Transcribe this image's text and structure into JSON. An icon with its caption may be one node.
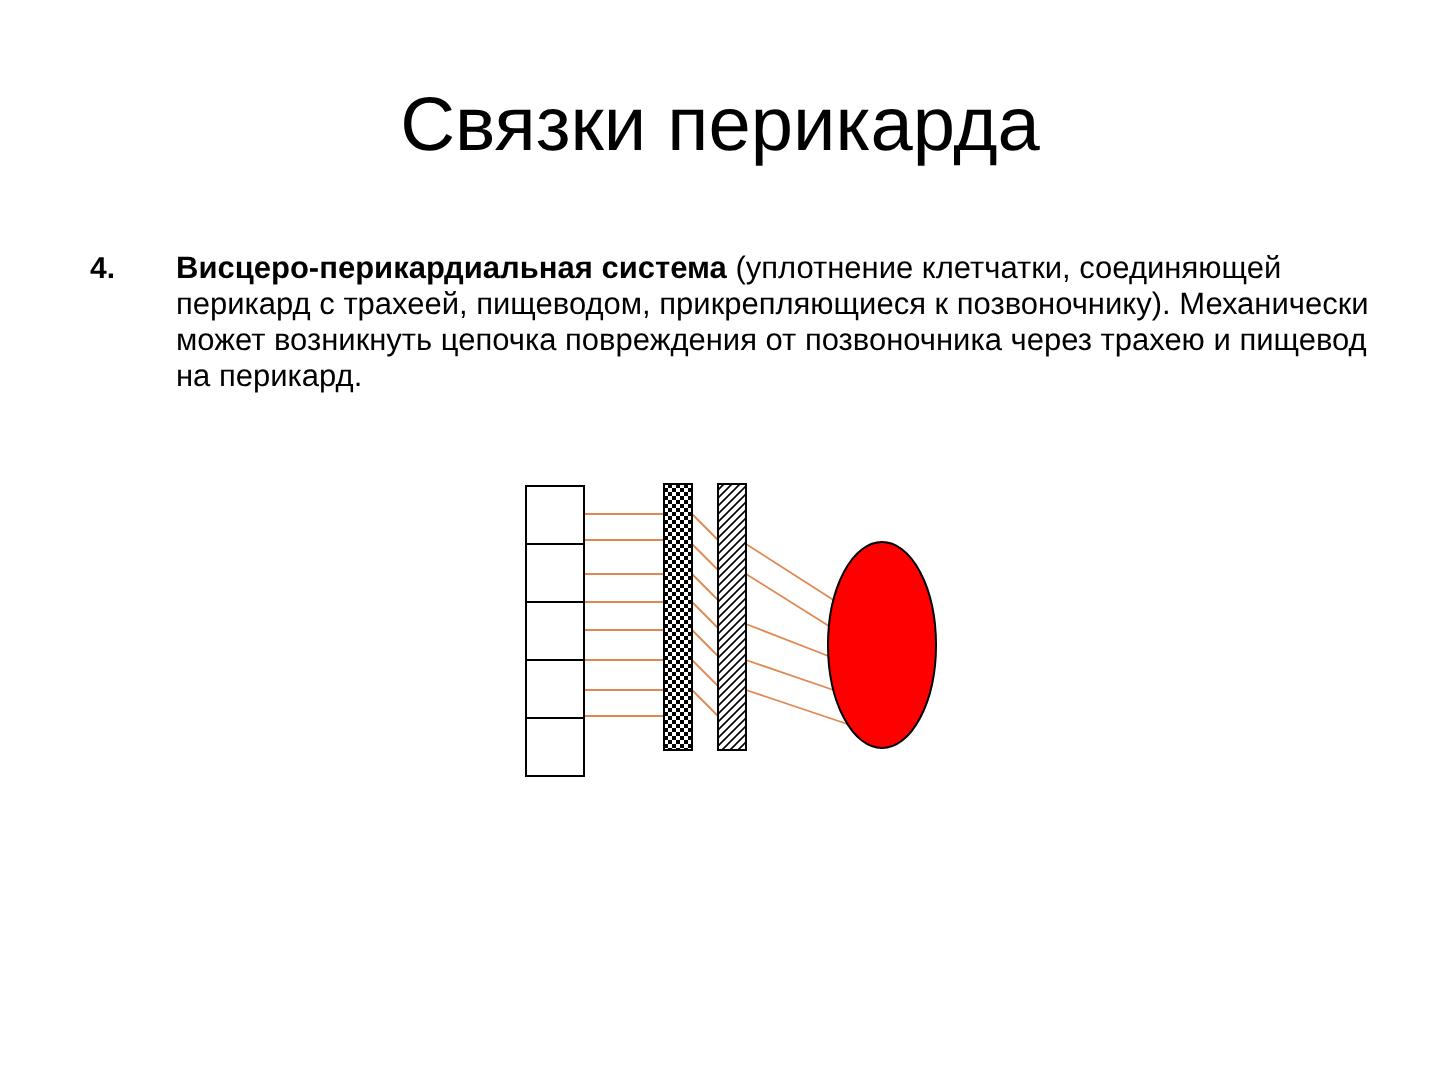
{
  "diagram": {
    "title": "Связки перикарда",
    "nodes": [
      {
        "text": [],
        "shape": "box"
      },
      {
        "text": [],
        "shape": "box"
      },
      {
        "text": [],
        "shape": "box"
      },
      {
        "text": [],
        "shape": "box"
      },
      {
        "text": [],
        "shape": "box"
      },
      {
        "text": [],
        "shape": "bar"
      },
      {
        "text": [],
        "shape": "bar"
      },
      {
        "text": [],
        "shape": "ellipse"
      }
    ],
    "edges": [
      {
        "from": 0,
        "to": 5,
        "arrow": "none"
      },
      {
        "from": 0,
        "to": 5,
        "arrow": "none"
      },
      {
        "from": 1,
        "to": 5,
        "arrow": "none"
      },
      {
        "from": 1,
        "to": 5,
        "arrow": "none"
      },
      {
        "from": 2,
        "to": 5,
        "arrow": "none"
      },
      {
        "from": 2,
        "to": 5,
        "arrow": "none"
      },
      {
        "from": 3,
        "to": 5,
        "arrow": "none"
      },
      {
        "from": 3,
        "to": 5,
        "arrow": "none"
      },
      {
        "from": 5,
        "to": 6,
        "arrow": "none"
      },
      {
        "from": 5,
        "to": 6,
        "arrow": "none"
      },
      {
        "from": 5,
        "to": 6,
        "arrow": "none"
      },
      {
        "from": 5,
        "to": 6,
        "arrow": "none"
      },
      {
        "from": 5,
        "to": 6,
        "arrow": "none"
      },
      {
        "from": 5,
        "to": 6,
        "arrow": "none"
      },
      {
        "from": 5,
        "to": 6,
        "arrow": "none"
      },
      {
        "from": 6,
        "to": 7,
        "arrow": "none"
      },
      {
        "from": 6,
        "to": 7,
        "arrow": "none"
      },
      {
        "from": 6,
        "to": 7,
        "arrow": "none"
      },
      {
        "from": 6,
        "to": 7,
        "arrow": "none"
      },
      {
        "from": 6,
        "to": 7,
        "arrow": "none"
      }
    ],
    "labels": [
      "4.",
      "**Висцеро-перикардиальная система** (уплотнение клетчатки, соединяющей перикард с трахеей, пищеводом, прикрепляющиеся к позвоночнику). Механически может возникнуть цепочка повреждения от позвоночника через трахею и пищевод на перикард."
    ]
  }
}
